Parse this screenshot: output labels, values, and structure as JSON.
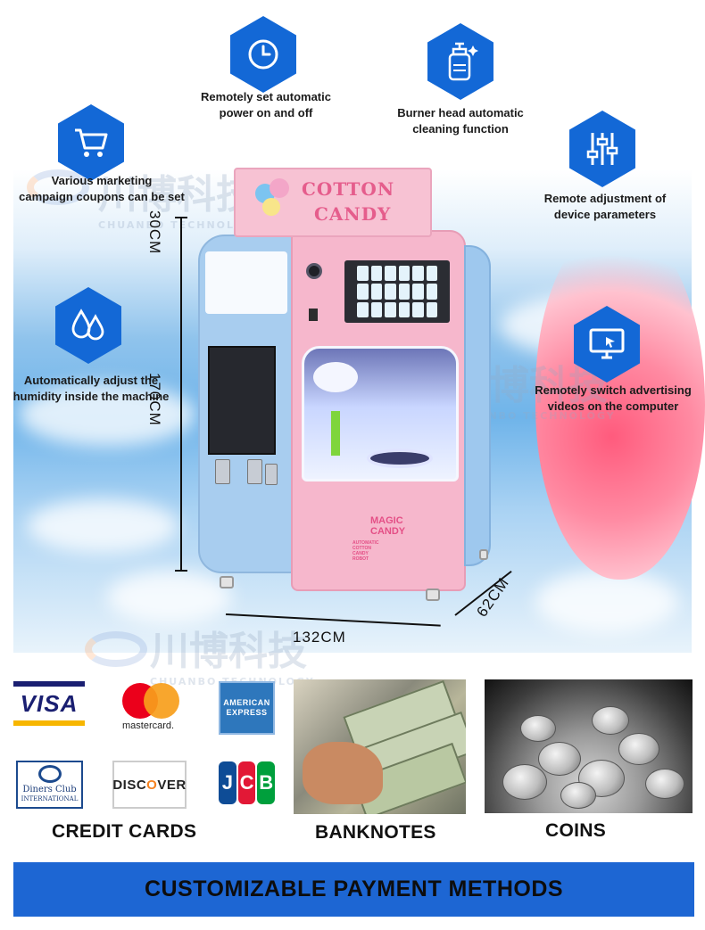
{
  "features": [
    {
      "id": "power",
      "text_line1": "Remotely set automatic",
      "text_line2": "power on and off",
      "icon": "clock-icon"
    },
    {
      "id": "cleaning",
      "text_line1": "Burner head automatic",
      "text_line2": "cleaning function",
      "icon": "dispenser-bottle-icon"
    },
    {
      "id": "coupons",
      "text_line1": "Various marketing",
      "text_line2": "campaign coupons can be set",
      "icon": "shopping-cart-icon"
    },
    {
      "id": "parameters",
      "text_line1": "Remote adjustment of",
      "text_line2": "device parameters",
      "icon": "sliders-icon"
    },
    {
      "id": "humidity",
      "text_line1": "Automatically adjust the",
      "text_line2": "humidity inside the machine",
      "icon": "water-drops-icon"
    },
    {
      "id": "advertising",
      "text_line1": "Remotely switch advertising",
      "text_line2": "videos on the computer",
      "icon": "monitor-cursor-icon"
    }
  ],
  "watermark": {
    "brand": "川博科技",
    "english": "CHUANBO TECHNOLOGY"
  },
  "machine": {
    "sign_line1": "COTTON",
    "sign_line2": "CANDY",
    "panel_brand_line1": "MAGIC",
    "panel_brand_line2": "CANDY",
    "panel_subtitle": "AUTOMATIC COTTON CANDY ROBOT"
  },
  "dimensions": {
    "top_height": "30CM",
    "body_height": "170CM",
    "width": "132CM",
    "depth": "62CM"
  },
  "payment": {
    "cards": {
      "visa": "VISA",
      "mastercard": "mastercard.",
      "amex_line1": "AMERICAN",
      "amex_line2": "EXPRESS",
      "diners_line1": "Diners Club",
      "diners_line2": "INTERNATIONAL",
      "discover_pre": "DISC",
      "discover_o": "O",
      "discover_post": "VER",
      "jcb_j": "J",
      "jcb_c": "C",
      "jcb_b": "B"
    },
    "labels": {
      "credit_cards": "CREDIT CARDS",
      "banknotes": "BANKNOTES",
      "coins": "COINS"
    },
    "banner": "CUSTOMIZABLE PAYMENT METHODS",
    "colors": {
      "accent": "#1d66d3",
      "hex_badge": "#1368d6",
      "machine_pink": "#f6b7cc",
      "machine_blue": "#a8cdef"
    }
  }
}
